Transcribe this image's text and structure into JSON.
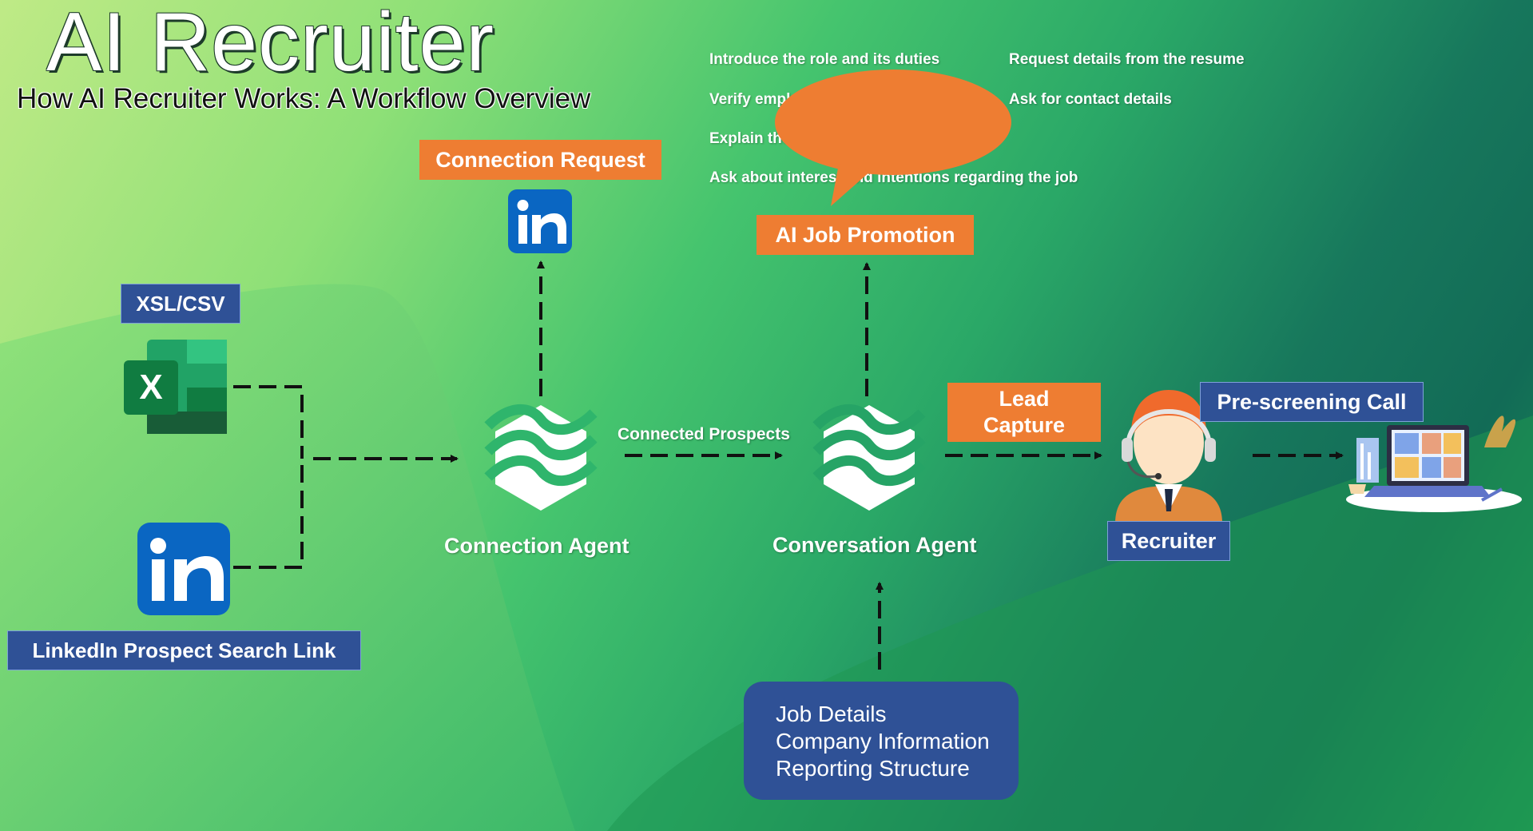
{
  "title": "AI Recruiter",
  "subtitle": "How AI Recruiter Works: A Workflow Overview",
  "inputs": {
    "excel_tag": "XSL/CSV",
    "linkedin_tag": "LinkedIn Prospect Search Link"
  },
  "connection_request": {
    "label": "Connection Request"
  },
  "connection_agent": {
    "label": "Connection Agent"
  },
  "edge_connected_prospects": "Connected Prospects",
  "conversation_agent": {
    "label": "Conversation Agent"
  },
  "ai_job_promotion": {
    "label": "AI Job Promotion",
    "bullets_left": [
      "Introduce the role and its duties",
      "Verify employment status",
      "Explain the employment type",
      "Ask about interest and intentions regarding the job"
    ],
    "bullets_right": [
      "Request details from the resume",
      "Ask for contact details"
    ]
  },
  "lead_capture": {
    "line1": "Lead",
    "line2": "Capture"
  },
  "recruiter": {
    "label": "Recruiter"
  },
  "prescreening": {
    "label": "Pre-screening Call"
  },
  "context_box": {
    "lines": [
      "Job Details",
      "Company Information",
      "Reporting Structure"
    ]
  },
  "colors": {
    "orange": "#ee7d32",
    "navy": "#2f5196",
    "linkedin": "#0a66c2",
    "excel": "#1d6f42"
  }
}
